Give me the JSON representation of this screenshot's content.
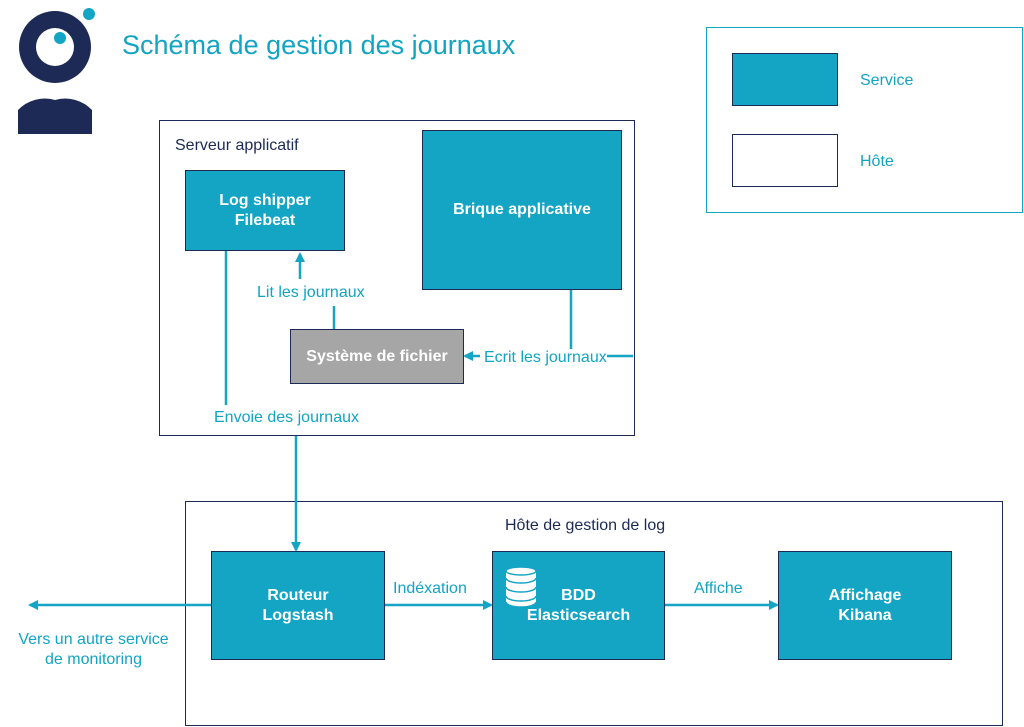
{
  "title": "Schéma de gestion des journaux",
  "legend": {
    "service": "Service",
    "host": "Hôte"
  },
  "app_server": {
    "label": "Serveur applicatif",
    "filebeat": "Log shipper\nFilebeat",
    "app_brick": "Brique applicative",
    "filesystem": "Système de fichier"
  },
  "log_host": {
    "label": "Hôte de gestion de log",
    "logstash": "Routeur\nLogstash",
    "elasticsearch": "BDD\nElasticsearch",
    "kibana": "Affichage\nKibana"
  },
  "edges": {
    "reads_logs": "Lit les journaux",
    "writes_logs": "Ecrit les journaux",
    "sends_logs": "Envoie des journaux",
    "indexing": "Indéxation",
    "displays": "Affiche",
    "other_service": "Vers un autre service\nde monitoring"
  },
  "colors": {
    "accent": "#14a4c4",
    "navy": "#1c2a55",
    "filesystem": "#a6a6a6"
  }
}
